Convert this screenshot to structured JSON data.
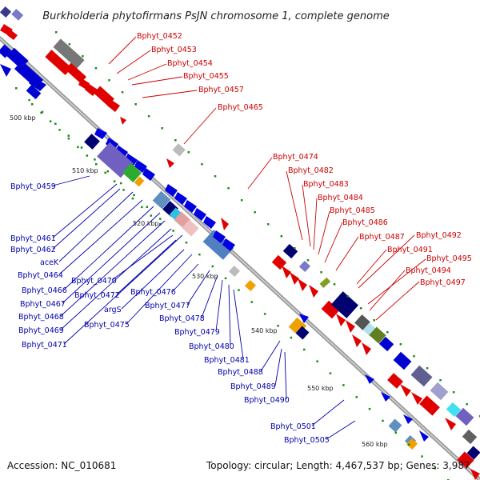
{
  "title": "Burkholderia phytofirmans PsJN chromosome 1, complete genome",
  "footer": {
    "accession": "Accession: NC_010681",
    "summary": "Topology: circular; Length: 4,467,537 bp; Genes: 3,987"
  },
  "colors": {
    "forward": "#e00000",
    "reverse": "#0000e0",
    "backbone": "#888888",
    "tick": "#1a8a1a",
    "label_red": "#cc0000",
    "label_blue": "#0000aa"
  },
  "kbp_labels": [
    "500 kbp",
    "510 kbp",
    "520 kbp",
    "530 kbp",
    "540 kbp",
    "550 kbp",
    "560 kbp"
  ],
  "red_labels": [
    "Bphyt_0452",
    "Bphyt_0453",
    "Bphyt_0454",
    "Bphyt_0455",
    "Bphyt_0457",
    "Bphyt_0465",
    "Bphyt_0474",
    "Bphyt_0482",
    "Bphyt_0483",
    "Bphyt_0484",
    "Bphyt_0485",
    "Bphyt_0486",
    "Bphyt_0487",
    "Bphyt_0492",
    "Bphyt_0491",
    "Bphyt_0495",
    "Bphyt_0494",
    "Bphyt_0497"
  ],
  "blue_labels": [
    "Bphyt_0459",
    "Bphyt_0461",
    "Bphyt_0462",
    "aceK",
    "Bphyt_0464",
    "Bphyt_0466",
    "Bphyt_0467",
    "Bphyt_0468",
    "Bphyt_0469",
    "Bphyt_0471",
    "Bphyt_0470",
    "Bphyt_0472",
    "argS",
    "Bphyt_0475",
    "Bphyt_0476",
    "Bphyt_0477",
    "Bphyt_0478",
    "Bphyt_0479",
    "Bphyt_0480",
    "Bphyt_0481",
    "Bphyt_0488",
    "Bphyt_0489",
    "Bphyt_0490",
    "Bphyt_0501",
    "Bphyt_0505"
  ]
}
